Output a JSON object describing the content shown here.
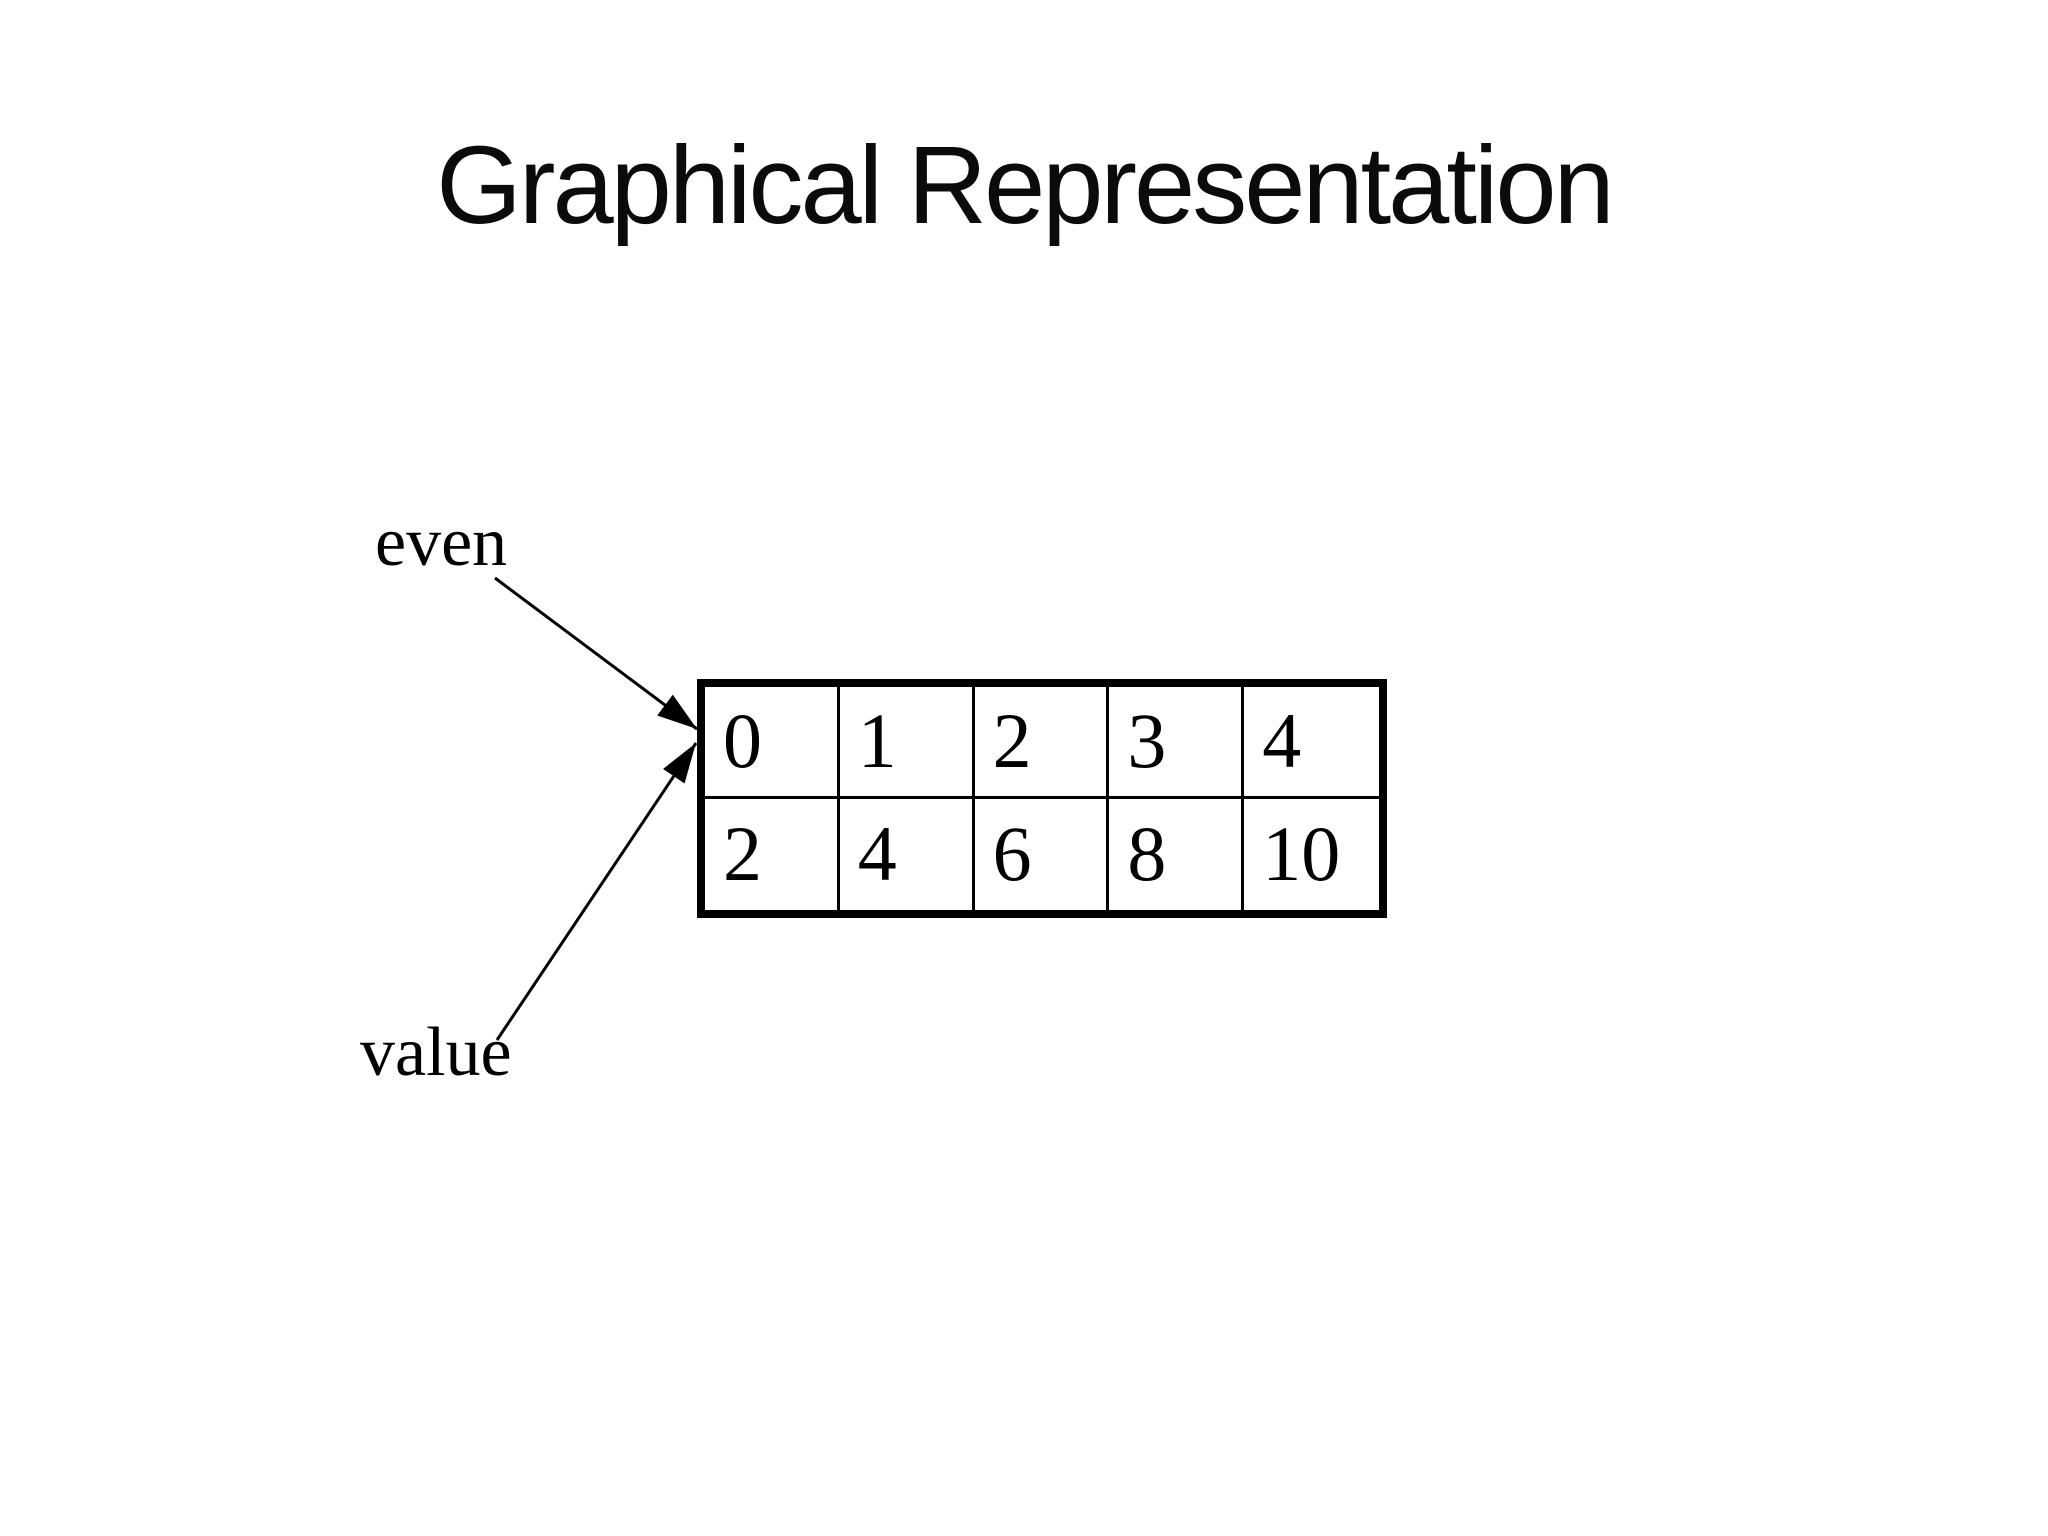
{
  "slide": {
    "title": "Graphical Representation",
    "diagram": {
      "even_label": "even",
      "value_label": "value",
      "array_table": {
        "index_row": [
          "0",
          "1",
          "2",
          "3",
          "4"
        ],
        "value_row": [
          "2",
          "4",
          "6",
          "8",
          "10"
        ]
      }
    },
    "colors": {
      "foreground": "#000000",
      "background": "#ffffff"
    }
  }
}
